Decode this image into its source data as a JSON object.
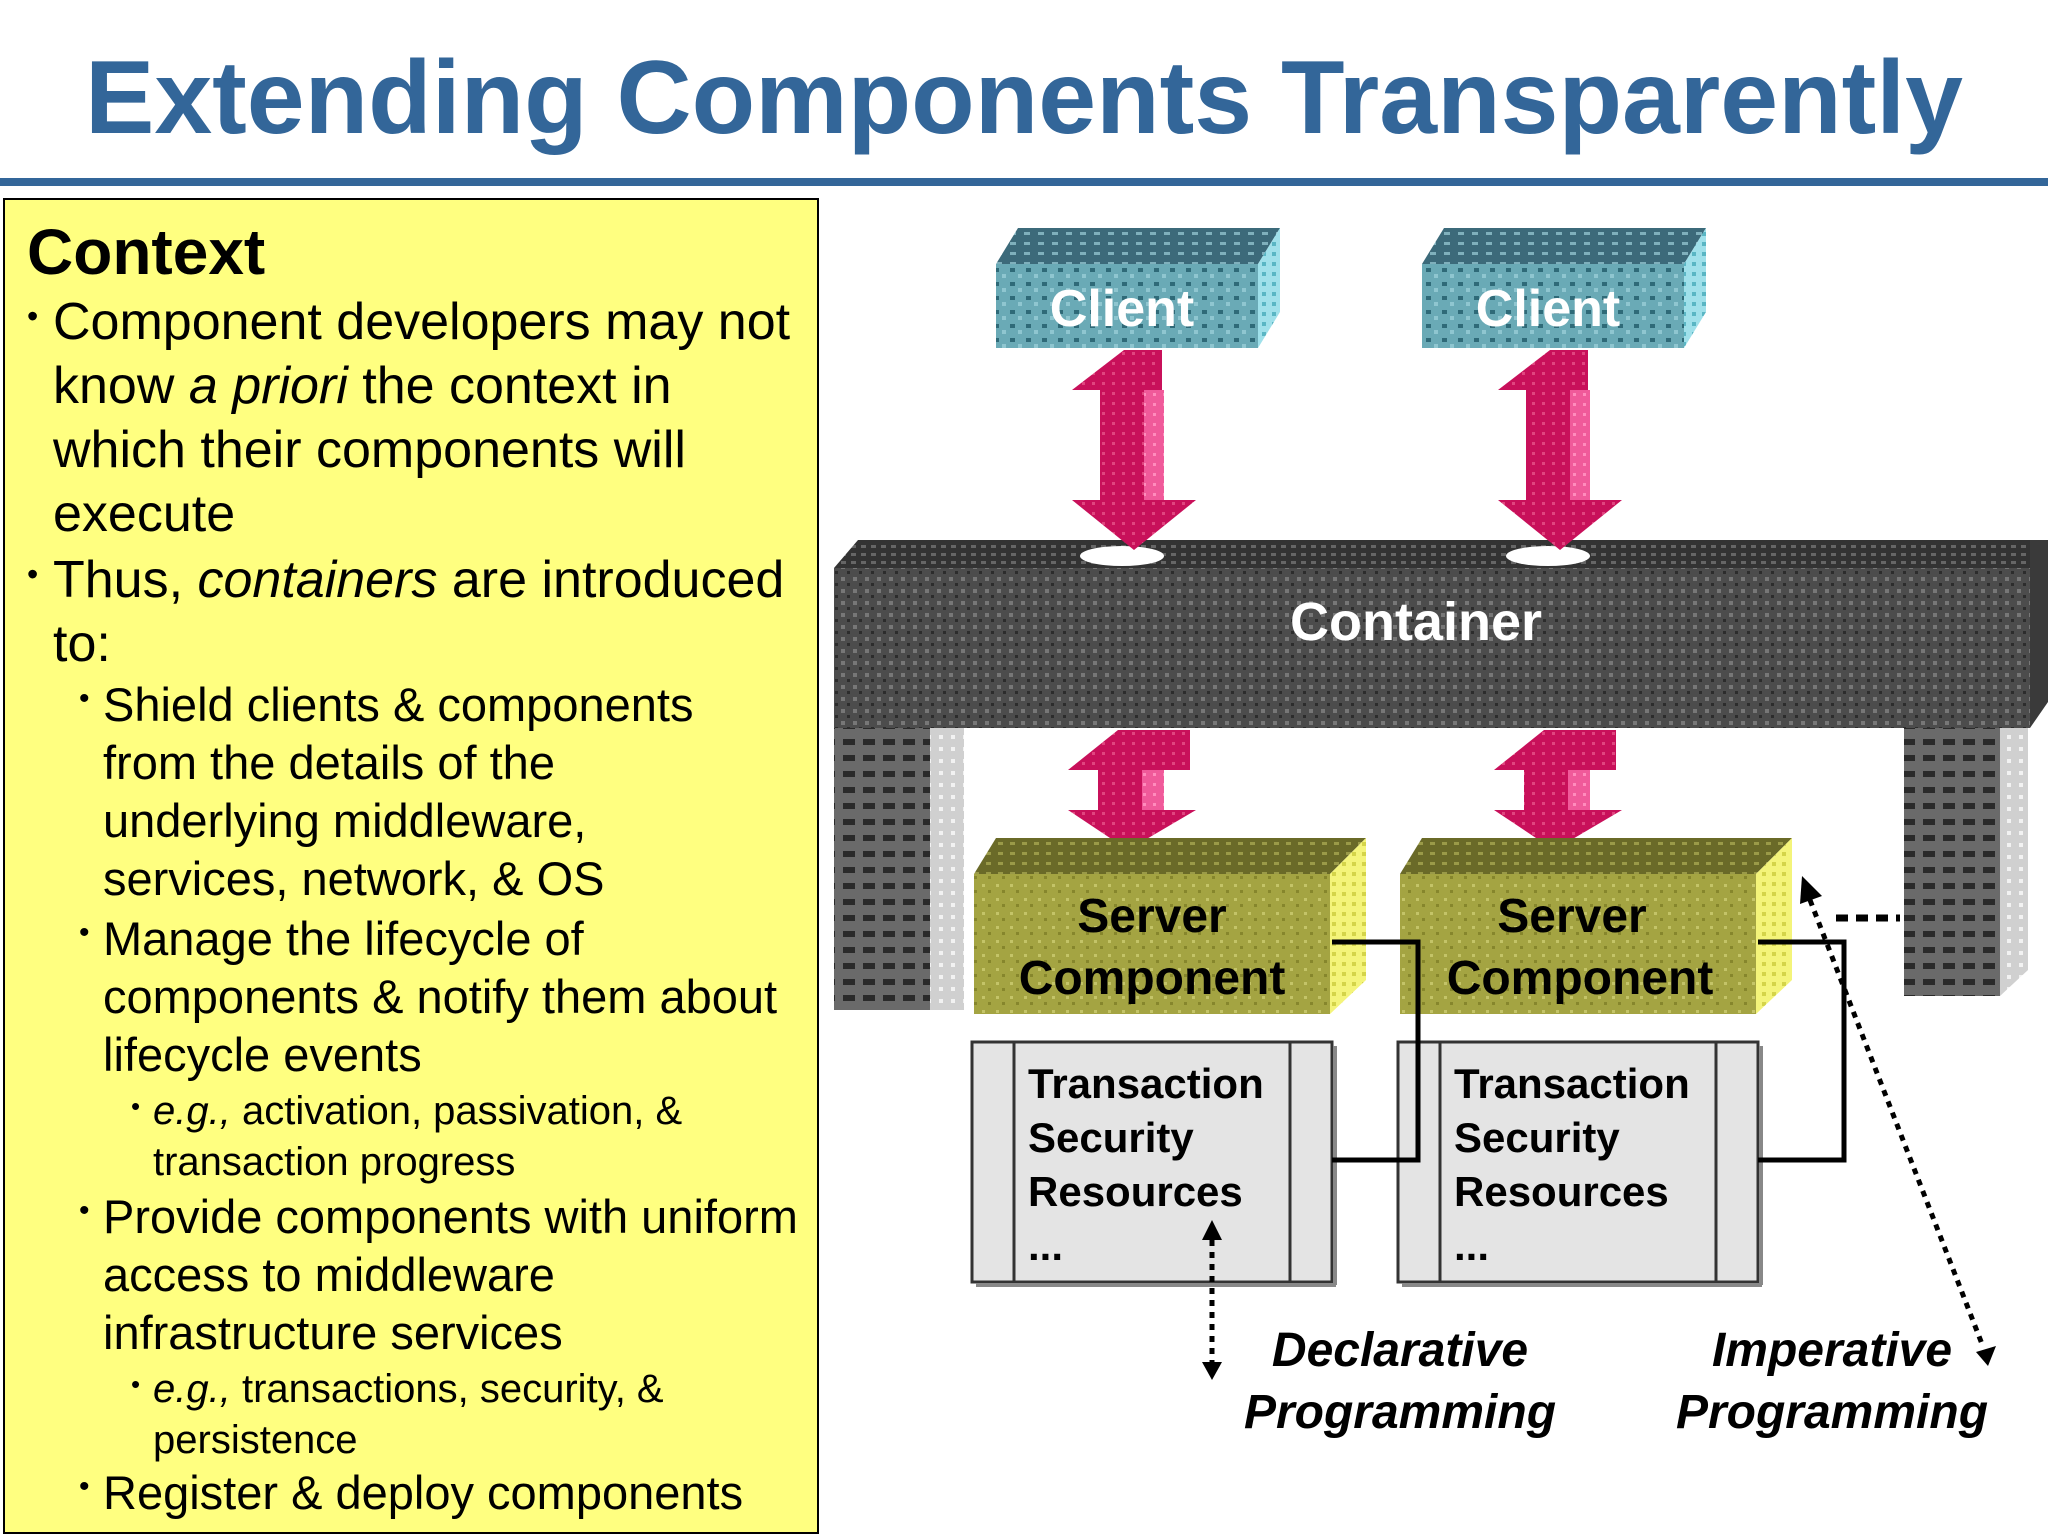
{
  "title": "Extending Components Transparently",
  "context": {
    "heading": "Context",
    "bullet1": {
      "part1": "Component developers may not know ",
      "em1": "a priori",
      "part2": " the context in which their components will execute"
    },
    "bullet2": {
      "part1": "Thus, ",
      "em1": "containers",
      "part2": " are introduced to:"
    },
    "sub1": "Shield clients & components from the details of the underlying middleware, services, network, & OS",
    "sub2": "Manage the lifecycle of components & notify them about lifecycle events",
    "sub2_eg": {
      "em": "e.g.,",
      "text": " activation, passivation, & transaction progress"
    },
    "sub3": "Provide components with uniform access to middleware infrastructure services",
    "sub3_eg": {
      "em": "e.g.,",
      "text": " transactions, security, & persistence"
    },
    "sub4": "Register & deploy components"
  },
  "diagram": {
    "client1": "Client",
    "client2": "Client",
    "container": "Container",
    "server1": {
      "line1": "Server",
      "line2": "Component"
    },
    "server2": {
      "line1": "Server",
      "line2": "Component"
    },
    "services1": [
      "Transaction",
      "Security",
      "Resources",
      "..."
    ],
    "services2": [
      "Transaction",
      "Security",
      "Resources",
      "..."
    ],
    "declarative": {
      "line1": "Declarative",
      "line2": "Programming"
    },
    "imperative": {
      "line1": "Imperative",
      "line2": "Programming"
    }
  },
  "colors": {
    "title": "#336699",
    "context_bg": "#ffff80",
    "client": "#5a9aa8",
    "arrow": "#c8105a",
    "container": "#4a4a4a",
    "server": "#9c9c3a",
    "services_bg": "#e4e4e4"
  }
}
